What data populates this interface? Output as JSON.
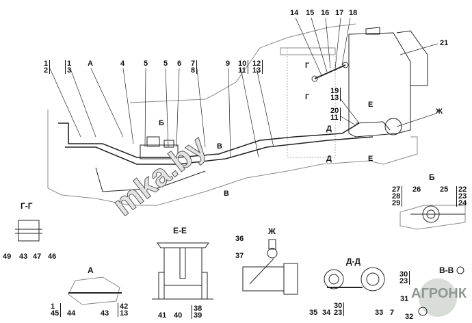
{
  "labels": {
    "l1_2": "1\n2",
    "l1_3": "1\n3",
    "lA": "А",
    "l4": "4",
    "l5a": "5",
    "l5b": "5",
    "l6": "6",
    "l7_8": "7\n8",
    "l9": "9",
    "l10_11": "10\n11",
    "l12_13": "12\n13",
    "l14": "14",
    "l15": "15",
    "l16": "16",
    "l17": "17",
    "l18": "18",
    "l21": "21",
    "l19_13": "19\n13",
    "l20_11": "20\n11",
    "lZh": "Ж",
    "gTop": "Г",
    "gBot": "Г",
    "dTop": "Д",
    "dBot": "Д",
    "eTop": "Е",
    "eBot": "Е",
    "bArrow": "Б",
    "vTop": "В",
    "vBot": "В",
    "gg49": "49",
    "gg43": "43",
    "gg47": "47",
    "gg46": "46",
    "a1_45": "1\n45",
    "a44": "44",
    "a43": "43",
    "a42_13": "42\n13",
    "ee41": "41",
    "ee40": "40",
    "ee38_39": "38\n39",
    "zh36": "36",
    "zh37": "37",
    "dd35": "35",
    "dd34": "34",
    "dd30_23": "30\n23",
    "dd33": "33",
    "dd7": "7",
    "b27_28_29": "27\n28\n29",
    "b26": "26",
    "b25": "25",
    "b22_23_24": "22\n23\n24",
    "vv30_23": "30\n23",
    "vv31": "31",
    "vv32": "32"
  },
  "sections": {
    "gg": "Г-Г",
    "a": "А",
    "ee": "Е-Е",
    "zh": "Ж",
    "dd": "Д-Д",
    "b": "Б",
    "vv": "В-В"
  },
  "watermark": "mka.by",
  "logo": "АГРОНК"
}
